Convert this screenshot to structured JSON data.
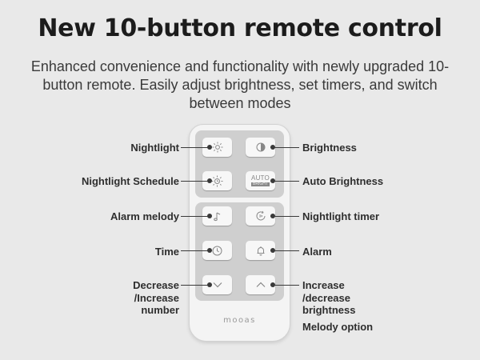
{
  "header": {
    "title": "New 10-button remote control",
    "subtitle": "Enhanced convenience and functionality with newly upgraded  10-button remote. Easily adjust brightness, set timers, and switch between modes"
  },
  "remote": {
    "brand": "mooas",
    "auto_button": {
      "line1": "AUTO",
      "line2": "BRIGHT"
    }
  },
  "labels": {
    "nightlight": "Nightlight",
    "brightness": "Brightness",
    "nightlight_schedule": "Nightlight Schedule",
    "auto_brightness": "Auto Brightness",
    "alarm_melody": "Alarm melody",
    "nightlight_timer": "Nightlight timer",
    "time": "Time",
    "alarm": "Alarm",
    "decrease_line1": "Decrease",
    "decrease_line2": "/Increase",
    "decrease_line3": "number",
    "increase_line1": "Increase",
    "increase_line2": "/decrease",
    "increase_line3": "brightness",
    "melody_option": "Melody option"
  },
  "colors": {
    "background": "#e9e9e9",
    "panel": "#cfcfcf",
    "text": "#2e2e2e"
  }
}
